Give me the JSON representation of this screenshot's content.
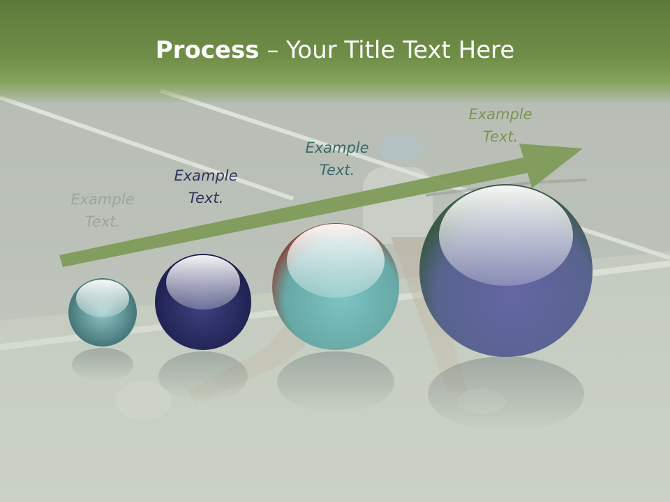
{
  "slide": {
    "title_bold": "Process",
    "title_rest": " – Your Title Text Here"
  },
  "steps": [
    {
      "line1": "Example",
      "line2": "Text.",
      "color": "#9ea3a0",
      "sphere_color": "#4d8a8c"
    },
    {
      "line1": "Example",
      "line2": "Text.",
      "color": "#2f3460",
      "sphere_color": "#23265a"
    },
    {
      "line1": "Example",
      "line2": "Text.",
      "color": "#3a6b6b",
      "sphere_color": "#6ab4b4"
    },
    {
      "line1": "Example",
      "line2": "Text.",
      "color": "#7c9454",
      "sphere_color": "#5b5d96"
    }
  ],
  "colors": {
    "header": "#6f8e47",
    "arrow": "#7d9a56",
    "court": "#a4aaa4"
  },
  "icons": {
    "arrow": "growth-arrow-icon",
    "background_photo": "tennis-player-photo"
  }
}
